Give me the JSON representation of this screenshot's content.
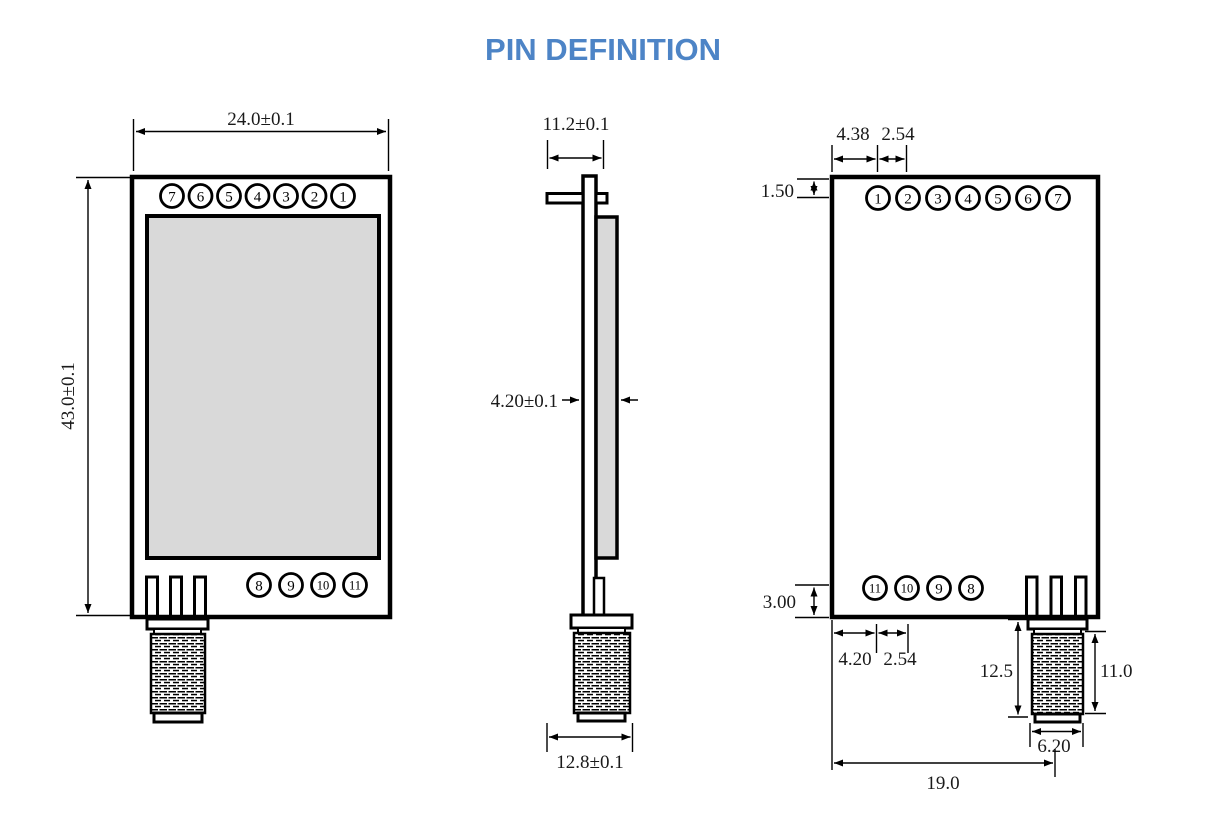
{
  "title": "PIN DEFINITION",
  "colors": {
    "title_blue": "#4d84c6",
    "line": "#000000",
    "shield_gray": "#d9d9d9"
  },
  "views": {
    "front": {
      "dim_width": "24.0±0.1",
      "dim_height": "43.0±0.1",
      "top_pins": [
        "7",
        "6",
        "5",
        "4",
        "3",
        "2",
        "1"
      ],
      "bottom_pins": [
        "8",
        "9",
        "10",
        "11"
      ]
    },
    "side": {
      "dim_width": "11.2±0.1",
      "dim_thickness": "4.20±0.1",
      "dim_connector_width": "12.8±0.1"
    },
    "back": {
      "top_pins": [
        "1",
        "2",
        "3",
        "4",
        "5",
        "6",
        "7"
      ],
      "bottom_pins": [
        "11",
        "10",
        "9",
        "8"
      ],
      "dim_edge_to_pin1": "4.38",
      "dim_pin_pitch_top": "2.54",
      "dim_top_margin": "1.50",
      "dim_bottom_margin": "3.00",
      "dim_edge_to_pin11": "4.20",
      "dim_pin_pitch_bottom": "2.54",
      "dim_connector_length": "12.5",
      "dim_thread_length": "11.0",
      "dim_connector_width": "6.20",
      "dim_connector_offset": "19.0"
    }
  }
}
